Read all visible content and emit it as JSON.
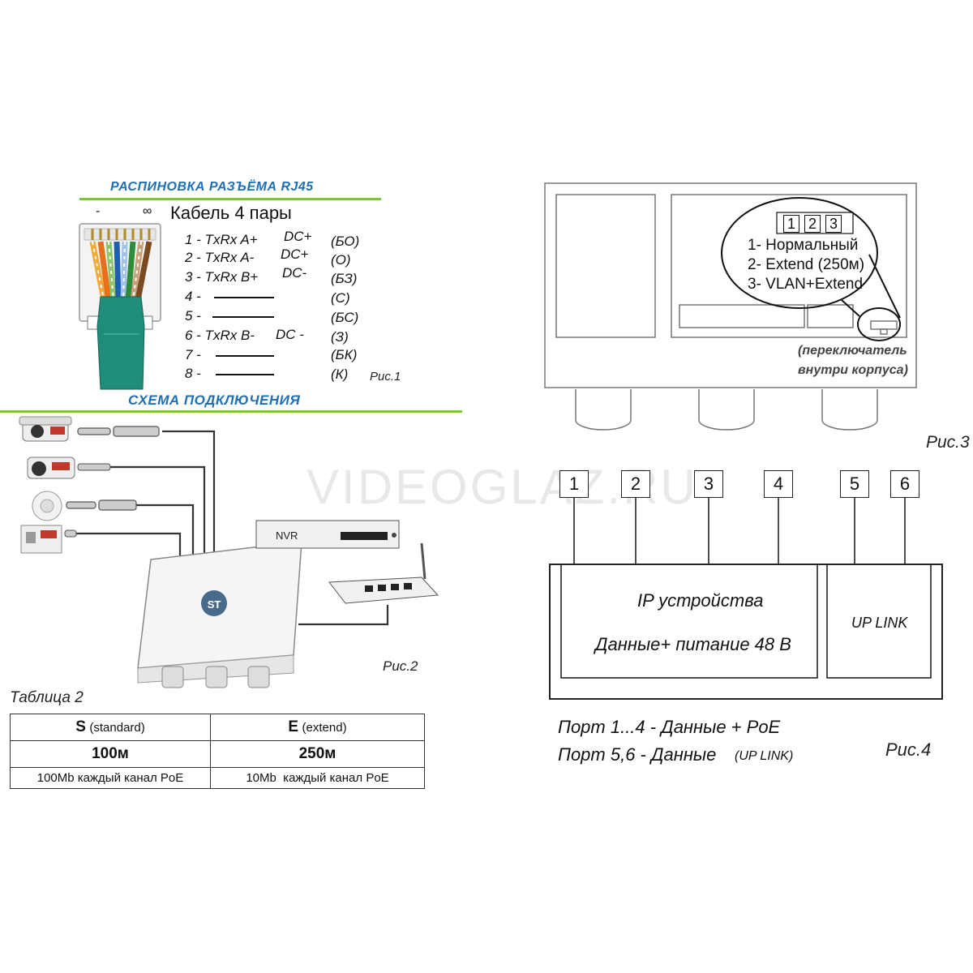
{
  "watermark": "VIDEOGLAZ.RU",
  "fig1": {
    "title": "РАСПИНОВКА РАЗЪЁМА RJ45",
    "connector_marks": [
      "-",
      "∞"
    ],
    "cable_title": "Кабель 4 пары",
    "pins": [
      {
        "label": "1 - TxRx A+",
        "dc": "DC+",
        "color": "(БО)"
      },
      {
        "label": "2 - TxRx A-",
        "dc": "DC+",
        "color": "(О)"
      },
      {
        "label": "3 - TxRx B+",
        "dc": "DC-",
        "color": "(БЗ)"
      },
      {
        "label": "4 -",
        "dc": "",
        "color": "(С)"
      },
      {
        "label": "5 -",
        "dc": "",
        "color": "(БС)"
      },
      {
        "label": "6 - TxRx B-",
        "dc": "DC -",
        "color": "(З)"
      },
      {
        "label": "7 -",
        "dc": "",
        "color": "(БК)"
      },
      {
        "label": "8 -",
        "dc": "",
        "color": "(К)"
      }
    ],
    "caption": "Рис.1"
  },
  "fig2": {
    "title": "СХЕМА ПОДКЛЮЧЕНИЯ",
    "nvr_label": "NVR",
    "logo": "ST",
    "caption": "Рис.2"
  },
  "table2": {
    "title": "Таблица 2",
    "headers": [
      {
        "letter": "S",
        "desc": "(standard)"
      },
      {
        "letter": "E",
        "desc": "(extend)"
      }
    ],
    "distance": [
      "100м",
      "250м"
    ],
    "bandwidth": [
      "100Mb каждый канал PoE",
      "10Mb  каждый канал PoE"
    ]
  },
  "fig3": {
    "switch_positions": [
      "1",
      "2",
      "3"
    ],
    "modes": [
      "1- Нормальный",
      "2- Extend (250м)",
      "3- VLAN+Extend"
    ],
    "note_line1": "(переключатель",
    "note_line2": "внутри корпуса)",
    "caption": "Рис.3"
  },
  "fig4": {
    "ports": [
      "1",
      "2",
      "3",
      "4",
      "5",
      "6"
    ],
    "ip_title": "IP устройства",
    "ip_desc": "Данные+ питание 48 В",
    "uplink": "UP LINK",
    "legend1": "Порт 1...4 - Данные + PoE",
    "legend2_main": "Порт 5,6 - Данные",
    "legend2_sub": "(UP LINK)",
    "caption": "Рис.4"
  }
}
